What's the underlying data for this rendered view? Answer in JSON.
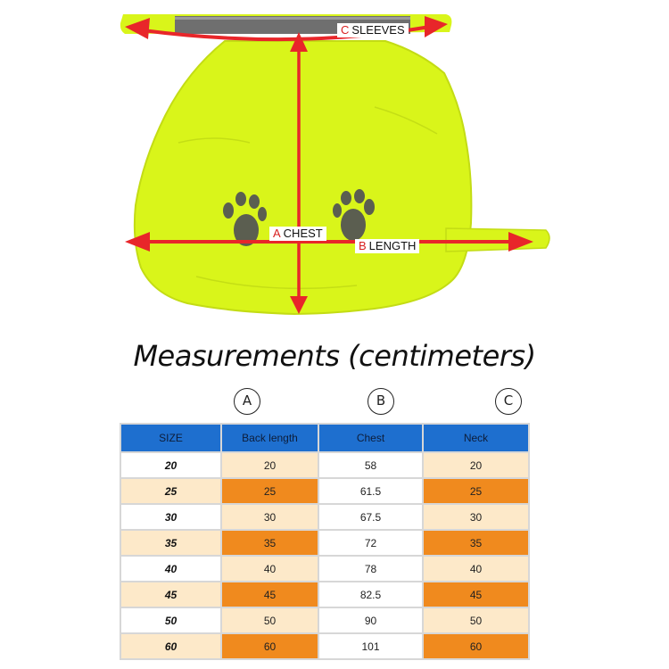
{
  "diagram": {
    "labels": {
      "chest": {
        "letter": "A",
        "text": "CHEST"
      },
      "length": {
        "letter": "B",
        "text": "LENGTH"
      },
      "sleeves": {
        "letter": "C",
        "text": "SLEEVES"
      }
    },
    "colors": {
      "vest": "#d9f51a",
      "vest_dark": "#b9d20f",
      "arrow": "#e8262a",
      "reflective": "#6f6f6f",
      "paw": "#5b5e50"
    }
  },
  "heading": "Measurements (centimeters)",
  "column_markers": [
    "A",
    "B",
    "C"
  ],
  "table": {
    "headers": [
      "SIZE",
      "Back length",
      "Chest",
      "Neck"
    ],
    "rows": [
      [
        "20",
        "20",
        "58",
        "20"
      ],
      [
        "25",
        "25",
        "61.5",
        "25"
      ],
      [
        "30",
        "30",
        "67.5",
        "30"
      ],
      [
        "35",
        "35",
        "72",
        "35"
      ],
      [
        "40",
        "40",
        "78",
        "40"
      ],
      [
        "45",
        "45",
        "82.5",
        "45"
      ],
      [
        "50",
        "50",
        "90",
        "50"
      ],
      [
        "60",
        "60",
        "101",
        "60"
      ]
    ]
  }
}
